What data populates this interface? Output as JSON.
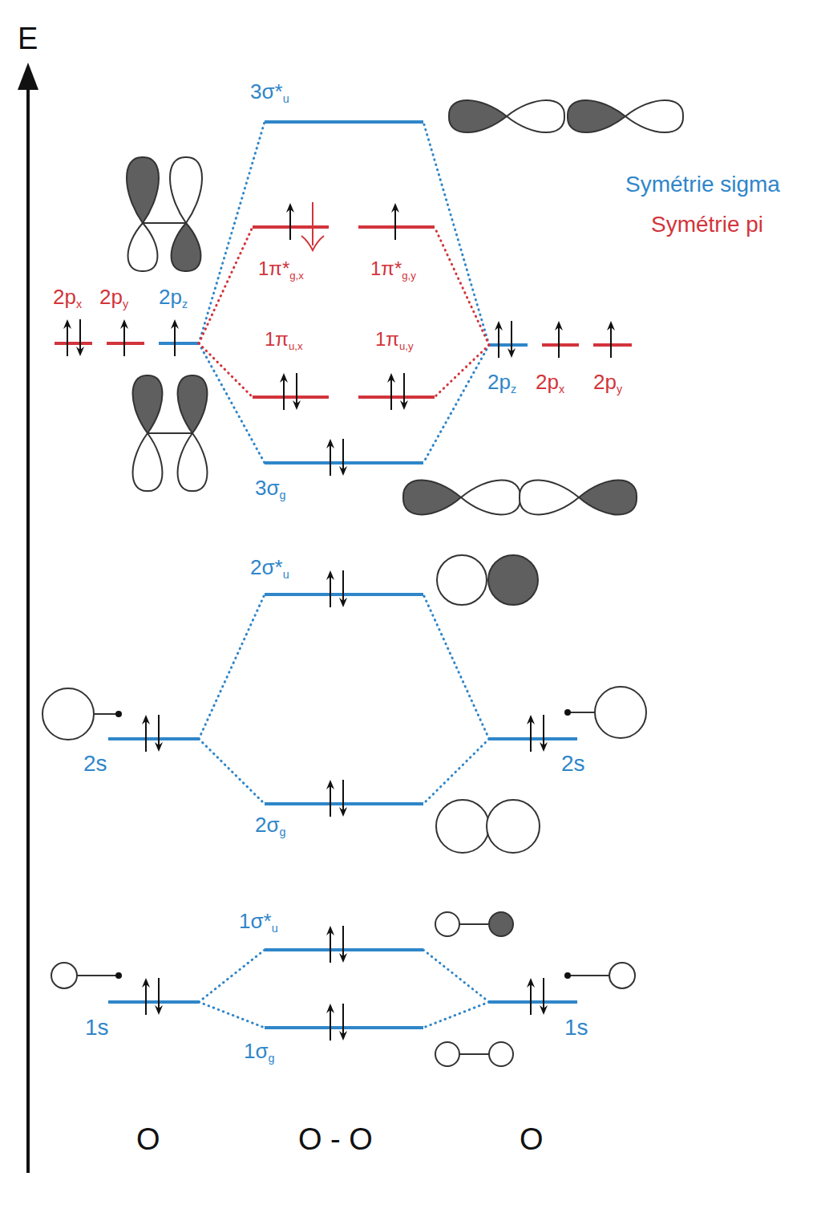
{
  "diagram": {
    "labels": [
      "E",
      "3σ*u",
      "Symétrie sigma",
      "Symétrie pi",
      "2px",
      "2py",
      "2pz",
      "1π*g,x",
      "1π*g,y",
      "1πu,x",
      "1πu,y",
      "2pz",
      "2px",
      "2py",
      "3σg",
      "2σ*u",
      "2s",
      "2s",
      "2σg",
      "1σ*u",
      "1s",
      "1s",
      "1σg",
      "O",
      "O - O",
      "O"
    ]
  }
}
